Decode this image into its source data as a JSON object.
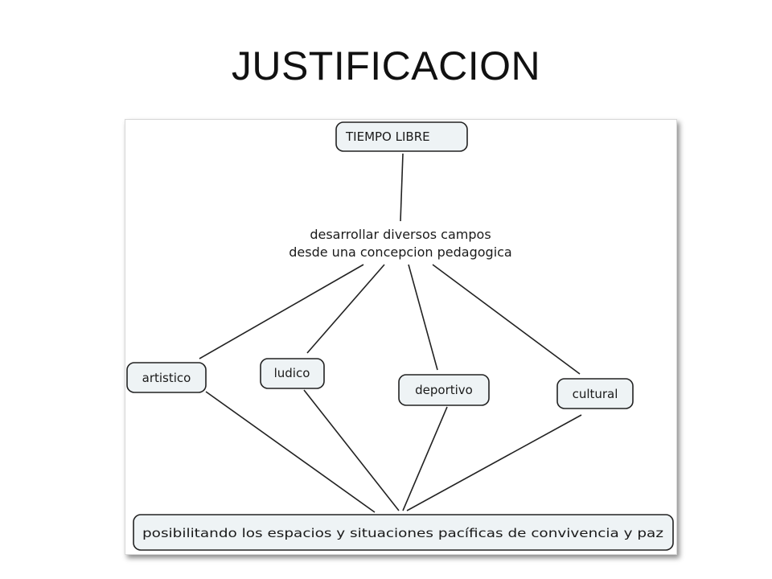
{
  "slide": {
    "title": "JUSTIFICACION"
  },
  "diagram": {
    "root": "TIEMPO LIBRE",
    "linking_phrase": {
      "line1": "desarrollar diversos campos",
      "line2": "desde una concepcion pedagogica"
    },
    "branches": [
      "artistico",
      "ludico",
      "deportivo",
      "cultural"
    ],
    "outcome": "posibilitando los espacios y situaciones pacíficas de convivencia y paz"
  },
  "colors": {
    "node_fill": "#eef3f5",
    "stroke": "#222222"
  }
}
